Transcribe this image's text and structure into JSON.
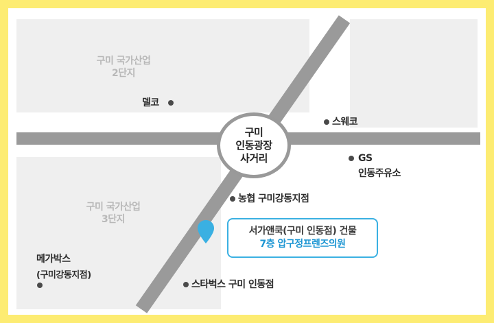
{
  "districts": {
    "complex2": {
      "line1": "구미 국가산업",
      "line2": "2단지"
    },
    "complex3": {
      "line1": "구미 국가산업",
      "line2": "3단지"
    }
  },
  "intersection": {
    "line1": "구미",
    "line2": "인동광장",
    "line3": "사거리"
  },
  "pois": {
    "delco": "델코",
    "sweco": "스웨코",
    "gs_line1": "GS",
    "gs_line2": "인동주유소",
    "nonghyup": "농협 구미강동지점",
    "megabox_line1": "메가박스",
    "megabox_line2": "(구미강동지점)",
    "starbucks": "스타벅스 구미 인동점"
  },
  "destination": {
    "line1": "서가앤쿡(구미 인동점) 건물",
    "line2": "7층 압구정프렌즈의원"
  },
  "colors": {
    "frame": "#fdec72",
    "block": "#efefef",
    "road": "#9a9a9a",
    "accent": "#3ab0e2",
    "destination_text": "#1d96d3"
  },
  "icons": {
    "destination": "map-pin-icon",
    "poi": "poi-dot-icon"
  }
}
